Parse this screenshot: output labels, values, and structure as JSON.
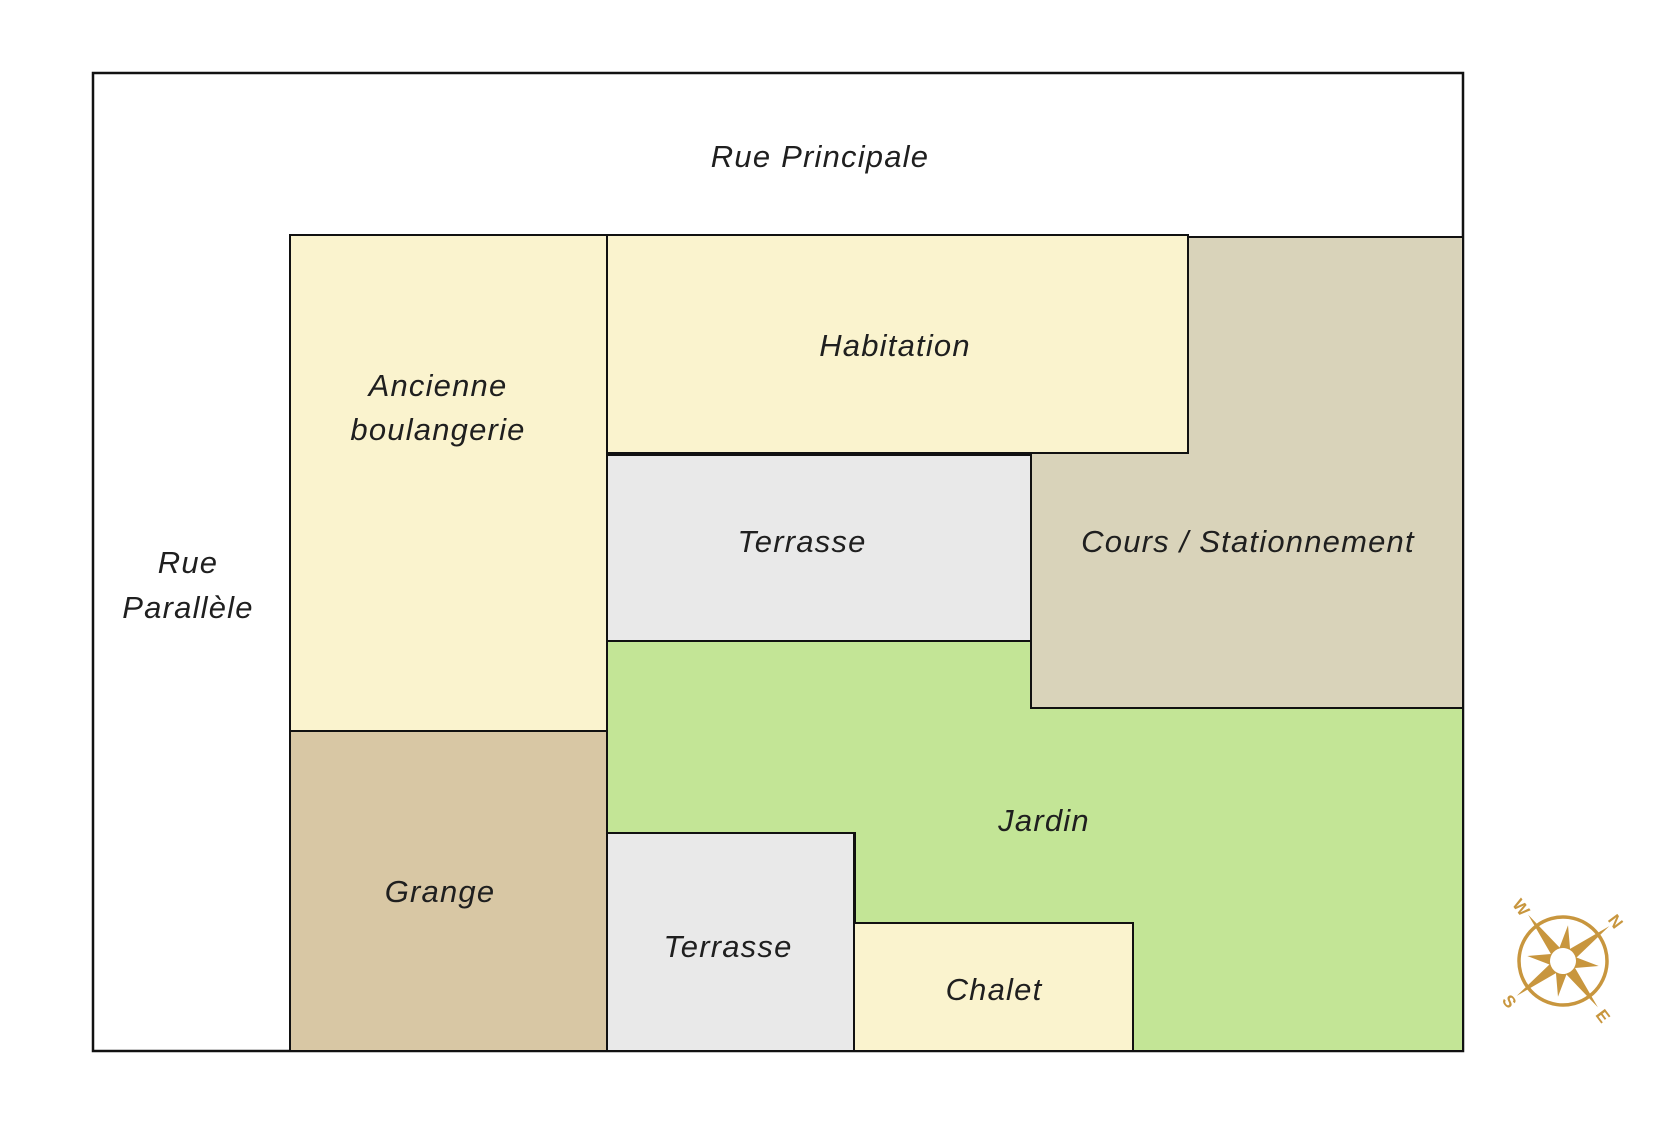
{
  "plan": {
    "streets": {
      "main_label": "Rue Principale",
      "side_label_line1": "Rue",
      "side_label_line2": "Parallèle"
    },
    "areas": {
      "boulangerie": {
        "label_line1": "Ancienne",
        "label_line2": "boulangerie"
      },
      "habitation": {
        "label": "Habitation"
      },
      "terrasse_upper": {
        "label": "Terrasse"
      },
      "cours": {
        "label": "Cours / Stationnement"
      },
      "jardin": {
        "label": "Jardin"
      },
      "grange": {
        "label": "Grange"
      },
      "terrasse_lower": {
        "label": "Terrasse"
      },
      "chalet": {
        "label": "Chalet"
      }
    },
    "compass": {
      "n": "N",
      "e": "E",
      "s": "S",
      "w": "W"
    }
  },
  "colors": {
    "building_yellow": "#FAF3CE",
    "paved_tan": "#D9D3BA",
    "terrace_gray": "#E9E9E9",
    "garden_green": "#C3E596",
    "barn_brown": "#D8C7A4",
    "outline": "#111111",
    "street_white": "#FFFFFF",
    "compass_gold": "#C8963E"
  }
}
